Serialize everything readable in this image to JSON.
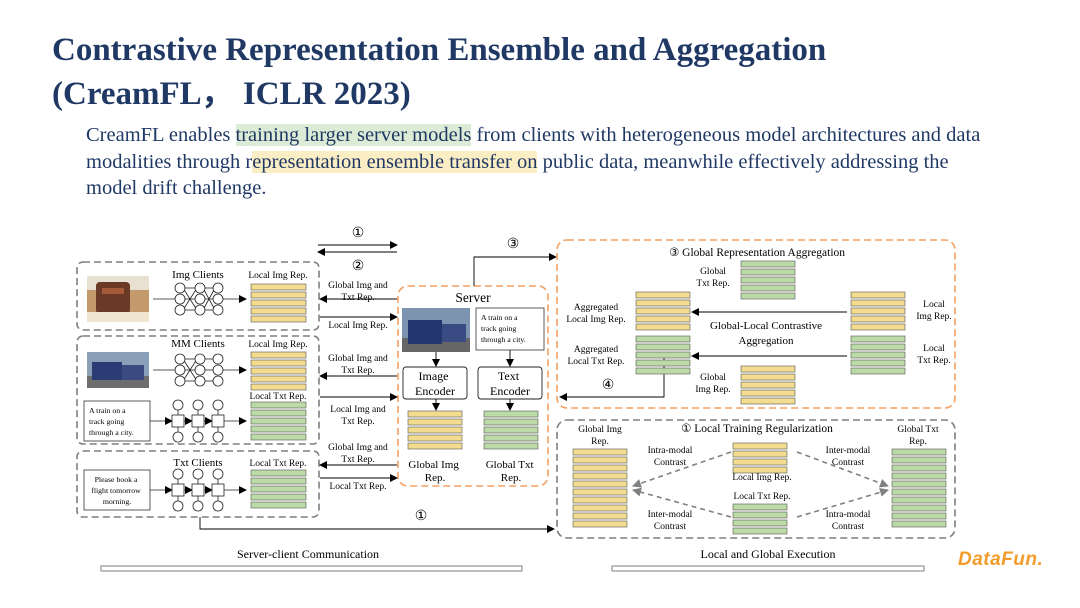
{
  "slide": {
    "title_line1": "Contrastive Representation Ensemble and Aggregation",
    "title_line2": "(CreamFL，  ICLR 2023)",
    "subtitle": {
      "p1": "CreamFL enables ",
      "h1": "training larger server models",
      "p2": " from clients with heterogeneous model architectures and data modalities through r",
      "h2": "epresentation ensemble transfer on",
      "p3": " public data, meanwhile effectively addressing the model drift challenge."
    },
    "logo": "DataFun."
  },
  "diagram": {
    "steps": {
      "s1": "①",
      "s2": "②",
      "s3": "③",
      "s4": "④",
      "s1b": "①"
    },
    "clients": {
      "img_clients": "Img Clients",
      "mm_clients": "MM Clients",
      "txt_clients": "Txt Clients",
      "local_img_rep": "Local Img Rep.",
      "local_txt_rep": "Local Txt Rep.",
      "mm_caption": [
        "A train on a",
        "track going",
        "through a city."
      ],
      "txt_caption": [
        "Please book a",
        "flight tomorrow",
        "morning."
      ]
    },
    "comm": {
      "global_img_txt": [
        "Global Img and",
        "Txt Rep."
      ],
      "local_img": "Local Img Rep.",
      "local_img_txt": [
        "Local Img and",
        "Txt Rep."
      ],
      "local_txt": "Local Txt Rep."
    },
    "server": {
      "label": "Server",
      "caption": [
        "A train on a",
        "track going",
        "through a city."
      ],
      "image_encoder": [
        "Image",
        "Encoder"
      ],
      "text_encoder": [
        "Text",
        "Encoder"
      ],
      "global_img_rep": [
        "Global Img",
        "Rep."
      ],
      "global_txt_rep": [
        "Global Txt",
        "Rep."
      ]
    },
    "aggregation": {
      "title": "③ Global Representation Aggregation",
      "global_txt_rep": [
        "Global",
        "Txt Rep."
      ],
      "global_img_rep": [
        "Global",
        "Img Rep."
      ],
      "aggregated_img": [
        "Aggregated",
        "Local Img Rep."
      ],
      "aggregated_txt": [
        "Aggregated",
        "Local Txt Rep."
      ],
      "center": [
        "Global-Local Contrastive",
        "Aggregation"
      ],
      "local_img": [
        "Local",
        "Img Rep."
      ],
      "local_txt": [
        "Local",
        "Txt Rep."
      ]
    },
    "regularization": {
      "title": "① Local Training Regularization",
      "global_img": [
        "Global Img",
        "Rep."
      ],
      "global_txt": [
        "Global Txt",
        "Rep."
      ],
      "intra_modal": [
        "Intra-modal",
        "Contrast"
      ],
      "inter_modal": [
        "Inter-modal",
        "Contrast"
      ],
      "local_img": "Local Img Rep.",
      "local_txt": "Local Txt Rep."
    },
    "footer": {
      "left": "Server-client Communication",
      "right": "Local and Global Execution"
    },
    "colors": {
      "yellow_bar": "#f2dc8f",
      "green_bar": "#bcd9a8",
      "orange_dash": "#f4a062",
      "gray_dash": "#7f7f7f"
    }
  }
}
